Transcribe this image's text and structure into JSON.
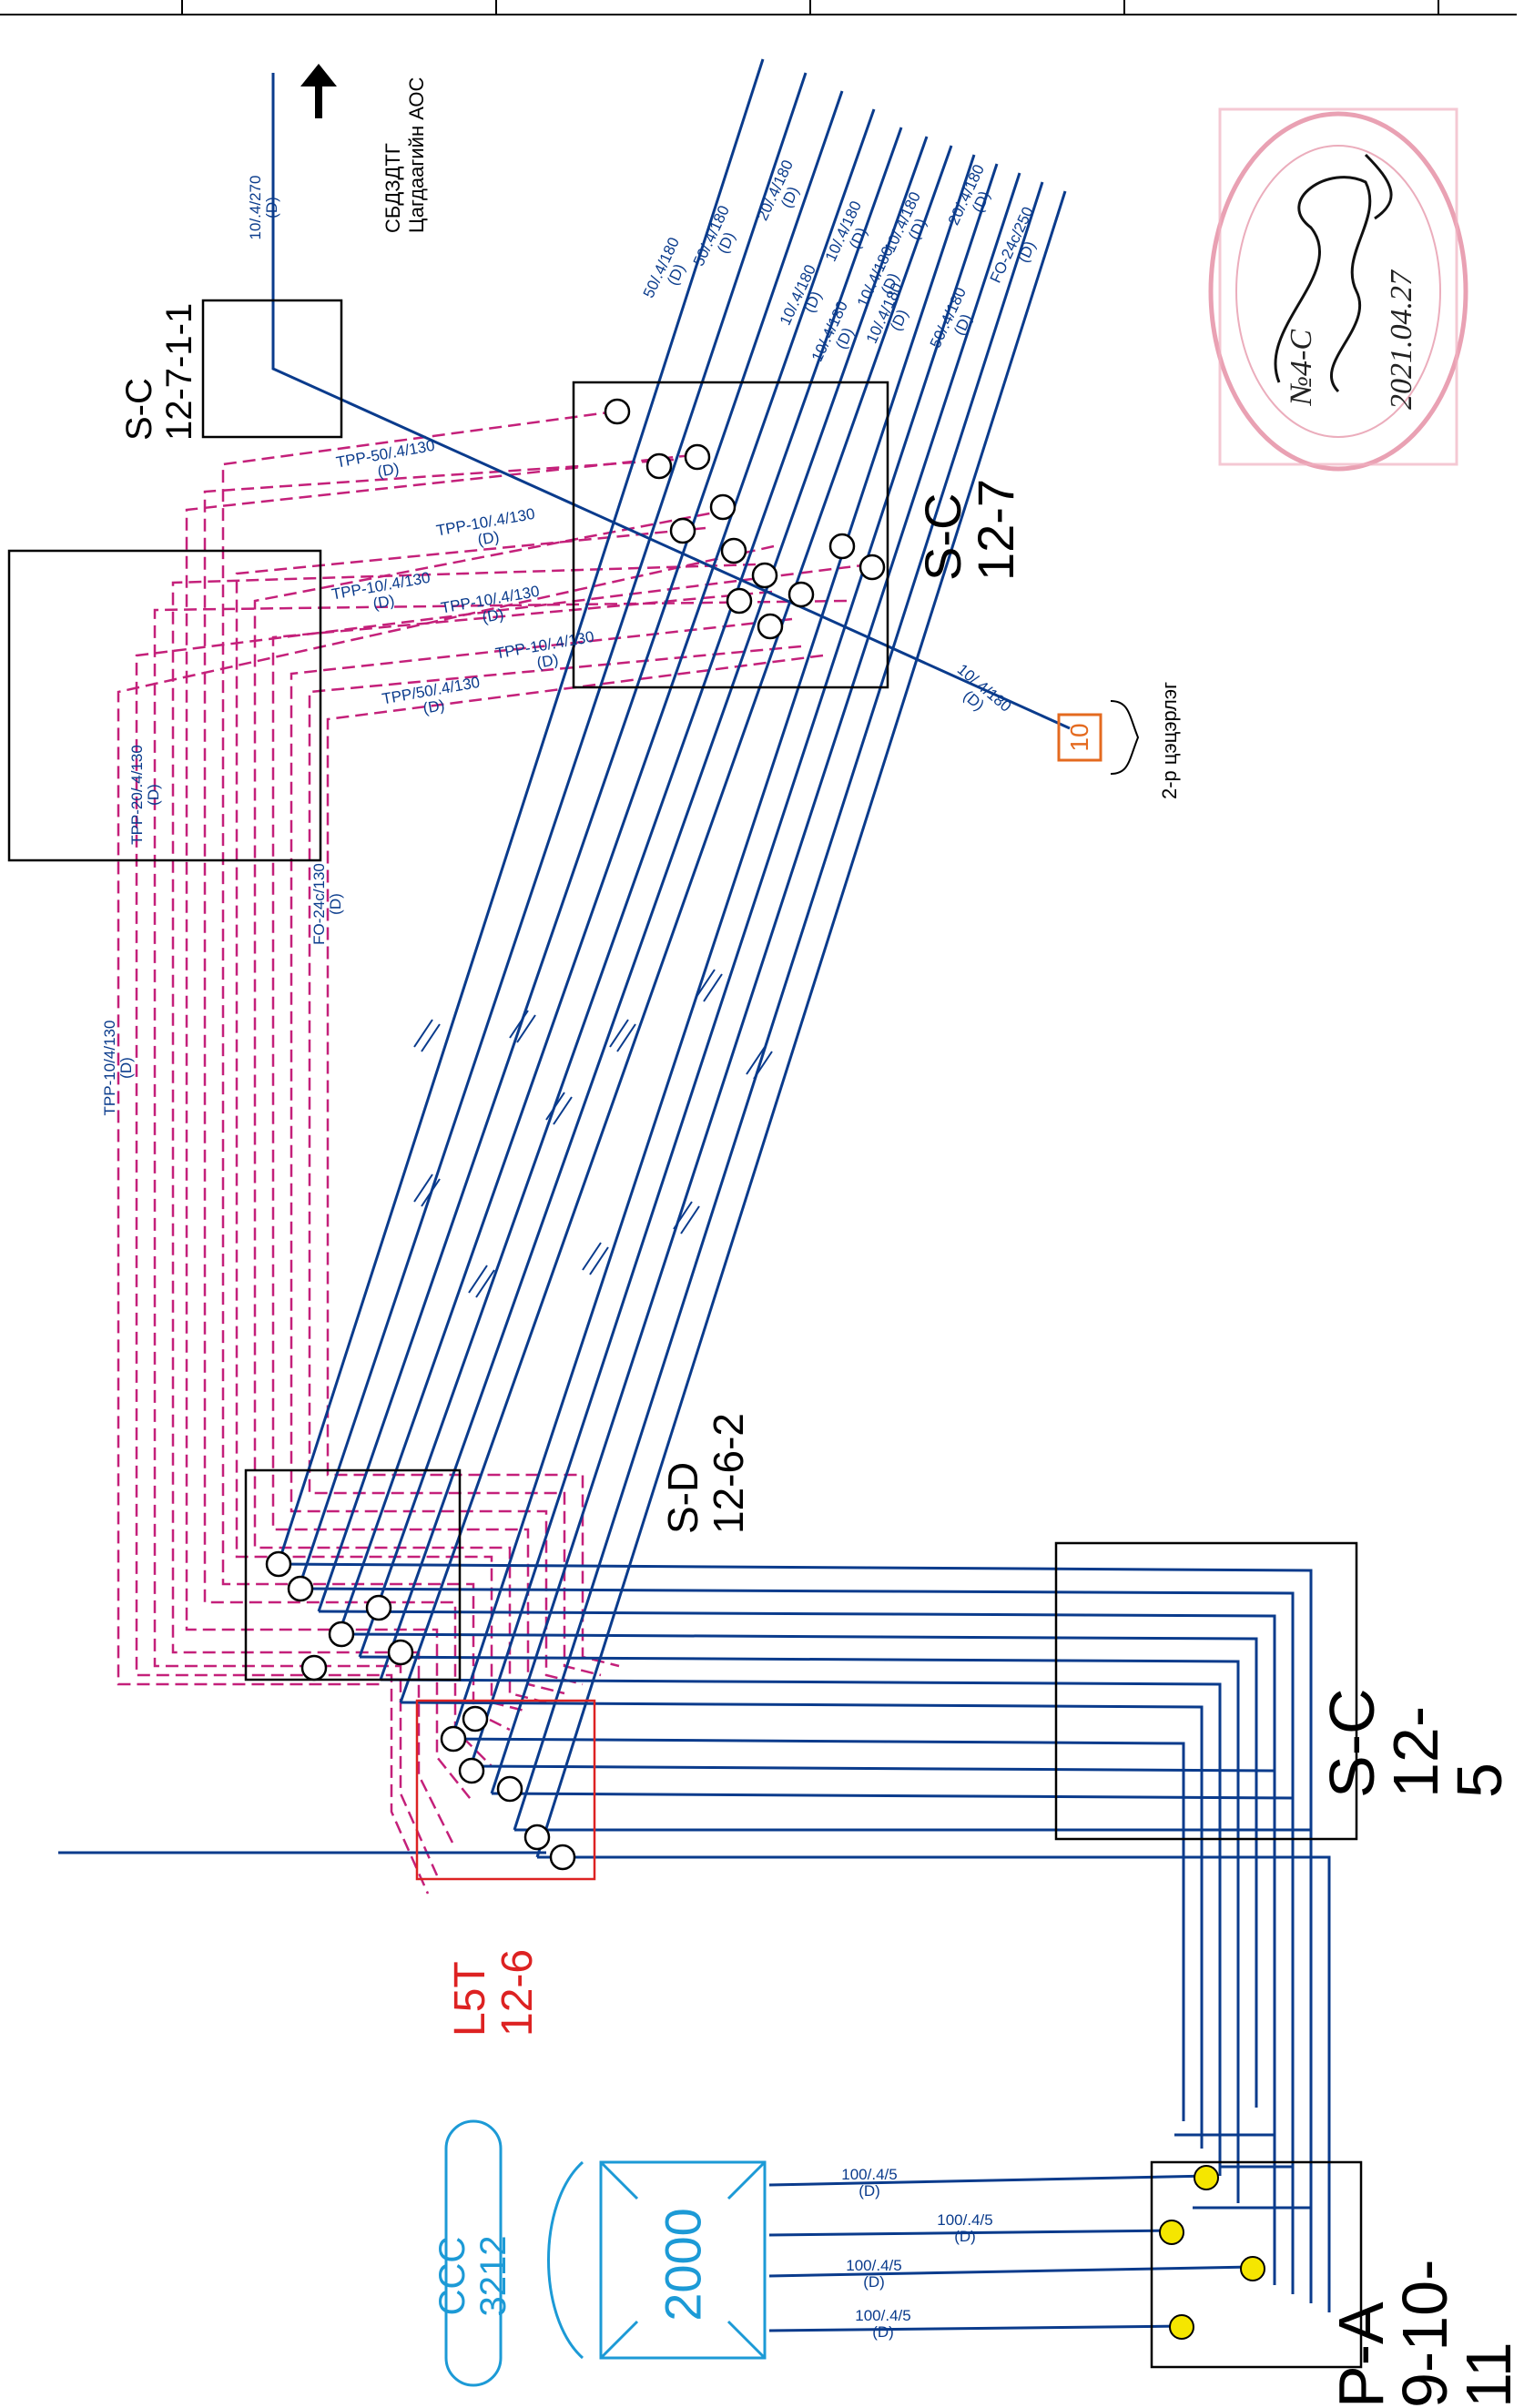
{
  "boxes": {
    "sc_12_7_1_1": {
      "line1": "S-C",
      "line2": "12-7-1-1"
    },
    "sc_12_7": {
      "line1": "S-C",
      "line2": "12-7"
    },
    "sd_12_6_2": {
      "line1": "S-D",
      "line2": "12-6-2"
    },
    "sc_12_5": {
      "line1": "S-C",
      "line2": "12-5"
    },
    "l5t_12_6": {
      "line1": "L5T",
      "line2": "12-6"
    },
    "pa_9_10_11": {
      "line1": "P-A",
      "line2": "9-10-11"
    }
  },
  "north": {
    "line1": "СБДЗДТГ",
    "line2": "Цагдаагийн АОС"
  },
  "marker": {
    "number": "10",
    "text": "2-р цэцэрлэг"
  },
  "ccc": {
    "label": "CCC 3212",
    "value": "2000"
  },
  "stamp": {
    "no": "№4-С",
    "date": "2021.04.27"
  },
  "cable_labels": {
    "top": "10/.4/270",
    "to_marker": "10/.4/180",
    "c1": "50/.4/180",
    "c2": "50/.4/180",
    "c3": "20/.4/180",
    "c4": "10/.4/180",
    "c5": "10/.4/180",
    "c6": "10/.4/180",
    "c7": "10/.4/180",
    "c8": "10/.4/180",
    "c9": "10/.4/180",
    "c10": "20/.4/180",
    "c11": "50/.4/180",
    "c12": "FO-24c/250",
    "tpp1": "TPP-50/.4/130",
    "tpp2": "TPP-10/.4/130",
    "tpp3": "TPP-10/.4/130",
    "tpp4": "TPP-10/.4/130",
    "tpp5": "TPP-10/.4/130",
    "tpp6": "TPP/50/.4/130",
    "tpp7": "TPP-20/.4/130",
    "tpp8": "TPP-10/4/130",
    "fo": "FO-24c/130",
    "p1": "100/.4/5",
    "p2": "100/.4/5",
    "p3": "100/.4/5",
    "p4": "100/.4/5"
  },
  "suffix": "(D)"
}
